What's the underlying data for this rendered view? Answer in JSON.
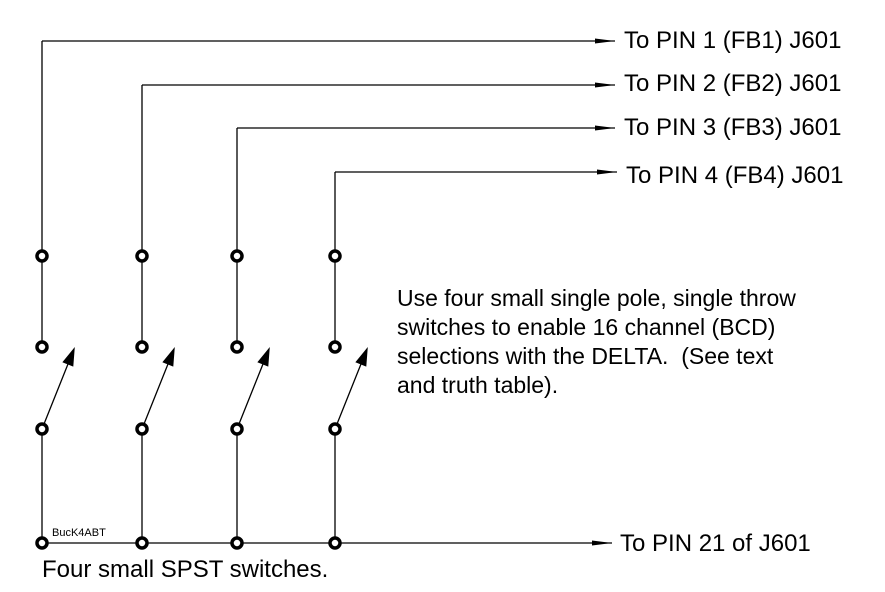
{
  "diagram": {
    "type": "schematic",
    "title": "Four small SPST switches.",
    "author_tag": "BucK4ABT",
    "description_lines": [
      "Use four small single pole, single throw",
      "switches to enable 16 channel (BCD)",
      "selections with the DELTA.  (See text",
      "and truth table)."
    ],
    "switches": [
      {
        "id": "S1",
        "output_label": "To PIN 1 (FB1) J601",
        "type": "SPST"
      },
      {
        "id": "S2",
        "output_label": "To PIN 2 (FB2) J601",
        "type": "SPST"
      },
      {
        "id": "S3",
        "output_label": "To PIN 3 (FB3) J601",
        "type": "SPST"
      },
      {
        "id": "S4",
        "output_label": "To PIN 4 (FB4) J601",
        "type": "SPST"
      }
    ],
    "common_label": "To PIN 21 of J601",
    "colors": {
      "line": "#000000",
      "background": "#ffffff"
    }
  }
}
